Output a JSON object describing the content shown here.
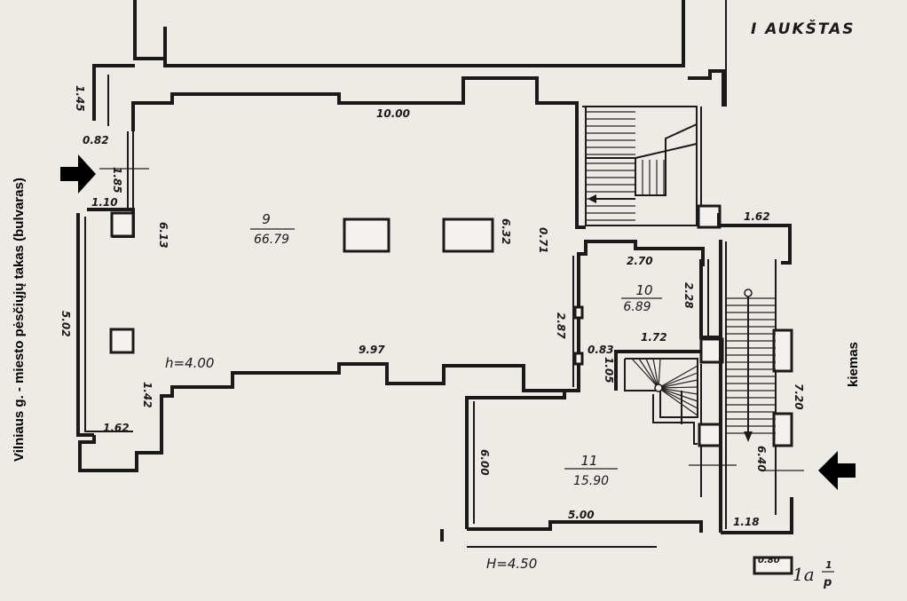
{
  "floor_title": "I AUKŠTAS",
  "street_label": "Vilniaus g. - miesto pėsčiųjų takas (bulvaras)",
  "yard_label": "kiemas",
  "sheet_label": "1a",
  "sheet_fraction_top": "1",
  "sheet_fraction_bottom": "p",
  "rooms": [
    {
      "number": "9",
      "area": "66.79"
    },
    {
      "number": "10",
      "area": "6.89"
    },
    {
      "number": "11",
      "area": "15.90"
    }
  ],
  "heights": {
    "room9": "h=4.00",
    "room11": "H=4.50"
  },
  "dimensions": {
    "d_1_45": "1.45",
    "d_0_82": "0.82",
    "d_1_85": "1.85",
    "d_1_10": "1.10",
    "d_6_13": "6.13",
    "d_5_02": "5.02",
    "d_1_42": "1.42",
    "d_1_62_left": "1.62",
    "d_10_00": "10.00",
    "d_9_97": "9.97",
    "d_0_71": "0.71",
    "d_6_32": "6.32",
    "d_1_62_right": "1.62",
    "d_2_70": "2.70",
    "d_2_28": "2.28",
    "d_2_87": "2.87",
    "d_0_83": "0.83",
    "d_1_72": "1.72",
    "d_1_05": "1.05",
    "d_7_20": "7.20",
    "d_6_40": "6.40",
    "d_6_00": "6.00",
    "d_5_00": "5.00",
    "d_1_18": "1.18",
    "d_0_80": "0.80"
  },
  "colors": {
    "paper": "#ecebe6",
    "ink": "#1a1a1a",
    "arrow": "#000000"
  }
}
